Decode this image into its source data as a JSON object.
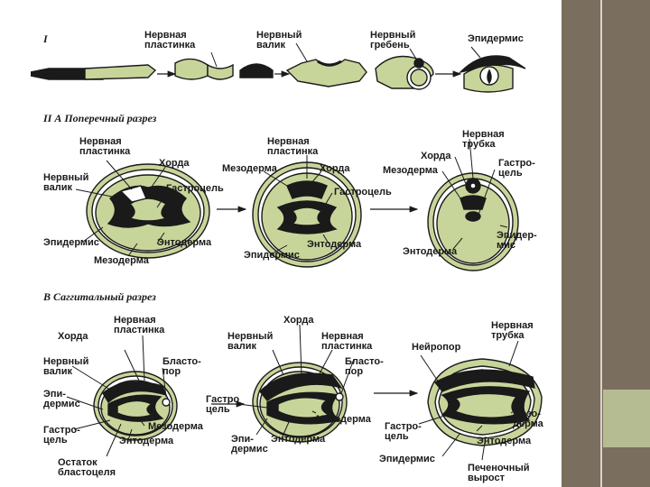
{
  "colors": {
    "tissue": "#c8d59a",
    "dark": "#1a1a1a",
    "band": "#7a6e5e",
    "accent": "#b6bc92"
  },
  "section1": {
    "roman": "I",
    "labels": {
      "plate": "Нервная\nпластинка",
      "fold": "Нервный\nвалик",
      "crest": "Нервный\nгребень",
      "epidermis": "Эпидермис"
    }
  },
  "section2": {
    "heading": "II А Поперечный разрез",
    "labels": {
      "plate_a": "Нервная\nпластинка",
      "chord_a": "Хорда",
      "fold_a": "Нервный\nвалик",
      "gastrocoel_a": "Гастроцель",
      "epidermis_a": "Эпидермис",
      "endoderm_a": "Энтодерма",
      "mesoderm_a": "Мезодерма",
      "plate_b": "Нервная\nпластинка",
      "mesoderm_b": "Мезодерма",
      "chord_b": "Хорда",
      "gastrocoel_b": "Гастроцель",
      "epidermis_b": "Эпидермис",
      "endoderm_b": "Энтодерма",
      "tube_c": "Нервная\nтрубка",
      "chord_c": "Хорда",
      "mesoderm_c": "Мезодерма",
      "gastrocoel_c": "Гастро-\nцель",
      "epidermis_c": "Эпидер-\nмис",
      "endoderm_c": "Энтодерма"
    }
  },
  "section3": {
    "heading": "В Саггитальный разрез",
    "labels": {
      "plate_a": "Нервная\nпластинка",
      "chord_a": "Хорда",
      "fold_a": "Нервный\nвалик",
      "blastopore_a": "Бласто-\nпор",
      "epidermis_a": "Эпи-\nдермис",
      "gastrocoel_a": "Гастро-\nцель",
      "mesoderm_a": "Мезодерма",
      "endoderm_a": "Энтодерма",
      "blastocoel_rest": "Остаток\nбластоцеля",
      "chord_b": "Хорда",
      "fold_b": "Нервный\nвалик",
      "plate_b": "Нервная\nпластинка",
      "blastopore_b": "Бласто-\nпор",
      "gastrocoel_b": "Гастро\nцель",
      "mesoderm_b": "Мезодерма",
      "epidermis_b": "Эпи-\nдермис",
      "endoderm_b": "Энтодерма",
      "tube_c": "Нервная\nтрубка",
      "neuropore": "Нейропор",
      "mesoderm_c": "Мезо-\nдерма",
      "gastrocoel_c": "Гастро-\nцель",
      "endoderm_c": "Энтодерма",
      "epidermis_c": "Эпидермис",
      "liver": "Печеночный\nвырост"
    }
  }
}
